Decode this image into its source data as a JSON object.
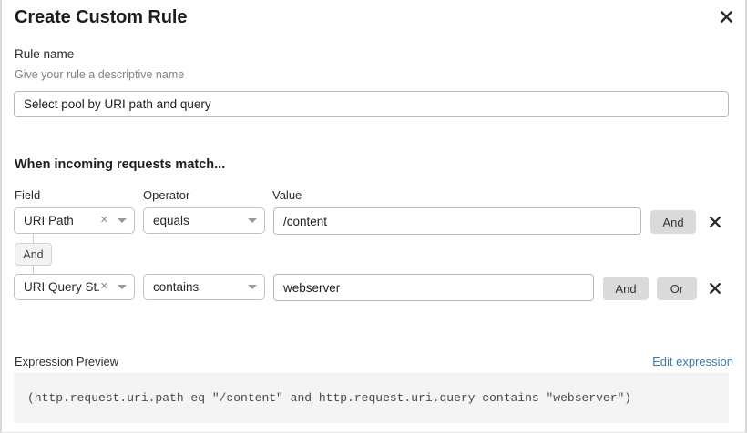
{
  "dialog": {
    "title": "Create Custom Rule",
    "close_icon": "close-icon"
  },
  "rule_name": {
    "label": "Rule name",
    "help": "Give your rule a descriptive name",
    "value": "Select pool by URI path and query",
    "placeholder": "Rule name"
  },
  "match": {
    "heading": "When incoming requests match...",
    "columns": {
      "field": "Field",
      "operator": "Operator",
      "value": "Value"
    },
    "connector": "And",
    "rows": [
      {
        "field": "URI Path",
        "field_clear_icon": "clear-icon",
        "field_caret_icon": "chevron-down-icon",
        "operator": "equals",
        "operator_caret_icon": "chevron-down-icon",
        "value": "/content",
        "value_placeholder": "Value",
        "buttons": [
          "And"
        ],
        "delete_icon": "close-icon"
      },
      {
        "field": "URI Query St...",
        "field_clear_icon": "clear-icon",
        "field_caret_icon": "chevron-down-icon",
        "operator": "contains",
        "operator_caret_icon": "chevron-down-icon",
        "value": "webserver",
        "value_placeholder": "Value",
        "buttons": [
          "And",
          "Or"
        ],
        "delete_icon": "close-icon"
      }
    ]
  },
  "expression_preview": {
    "label": "Expression Preview",
    "edit_link": "Edit expression",
    "expression": "(http.request.uri.path eq \"/content\" and http.request.uri.query contains \"webserver\")"
  },
  "colors": {
    "link": "#3c7ca8",
    "button_bg": "#dadada",
    "preview_bg": "#f4f4f4",
    "border": "#c2c2c2"
  }
}
